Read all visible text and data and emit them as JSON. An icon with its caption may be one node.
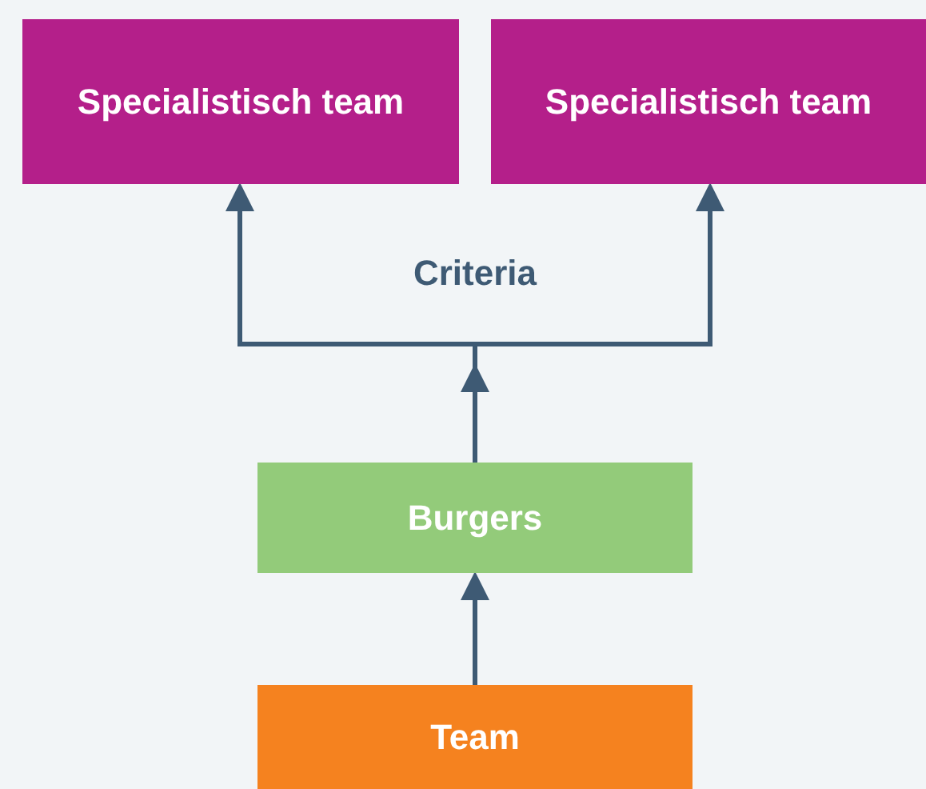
{
  "diagram": {
    "nodes": [
      {
        "text": [
          "Specialistisch team"
        ]
      },
      {
        "text": [
          "Specialistisch team"
        ]
      },
      {
        "text": [
          "Burgers"
        ]
      },
      {
        "text": [
          "Team"
        ]
      }
    ],
    "edges": [
      {
        "from": 2,
        "to": 0,
        "arrow": "to"
      },
      {
        "from": 2,
        "to": 1,
        "arrow": "to"
      },
      {
        "from": 3,
        "to": 2,
        "arrow": "to"
      }
    ],
    "labels": [
      "Criteria"
    ]
  }
}
